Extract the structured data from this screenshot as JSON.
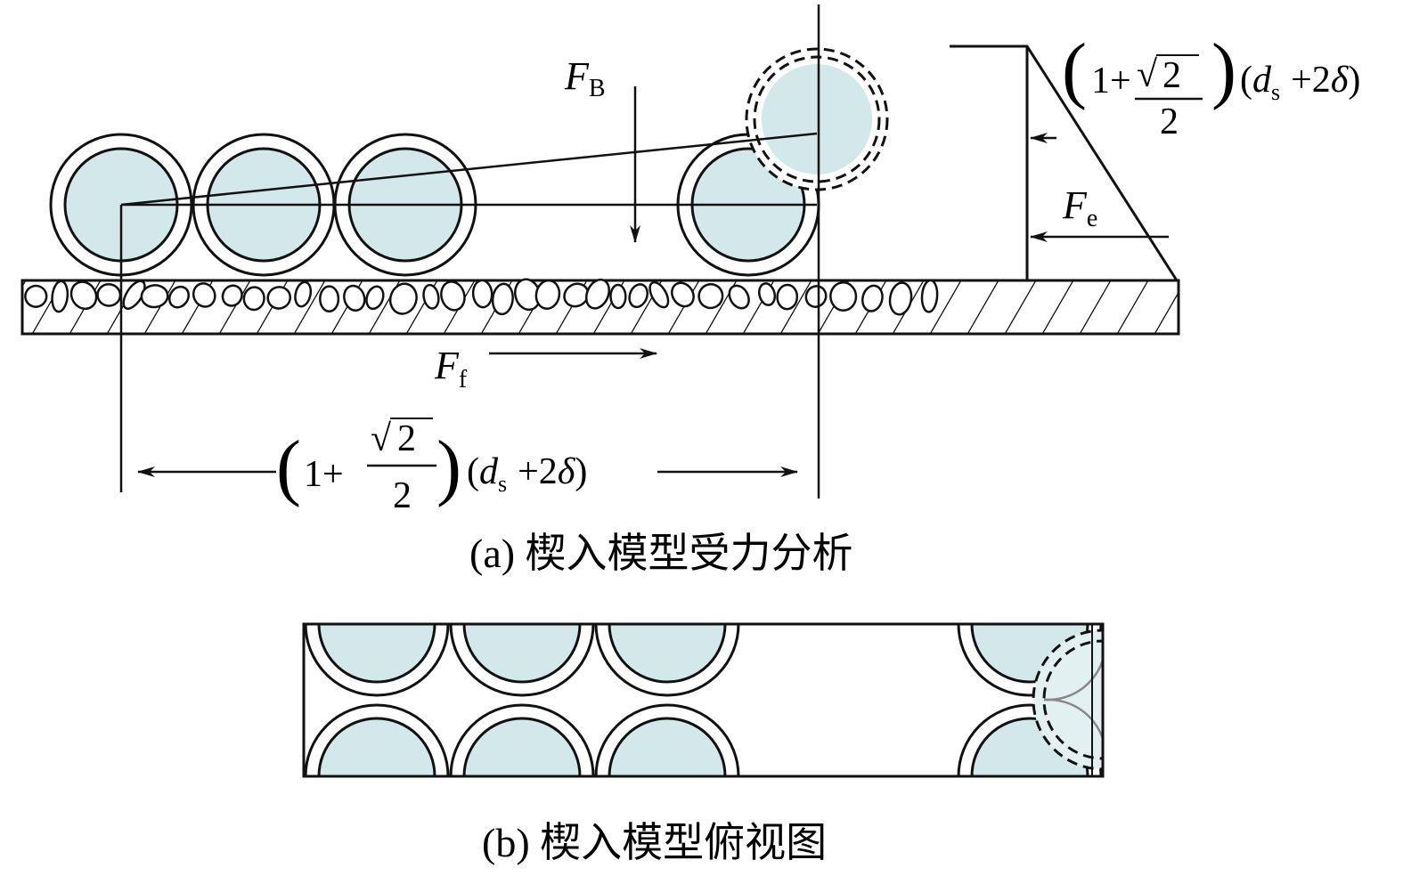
{
  "colors": {
    "stroke": "#111111",
    "fill": "#d2e8ea",
    "background": "#ffffff"
  },
  "forces": {
    "fb_main": "F",
    "fb_sub": "B",
    "fe_main": "F",
    "fe_sub": "e",
    "ff_main": "F",
    "ff_sub": "f"
  },
  "dimension": {
    "one_plus": "1+",
    "sqrt_sign": "√",
    "numerator": "2",
    "denominator": "2",
    "open_paren": "(",
    "close_paren": ")",
    "d_var": "d",
    "d_sub": "s",
    "plus_two": "+2",
    "delta": "δ"
  },
  "captions": {
    "a": "(a) 楔入模型受力分析",
    "b": "(b) 楔入模型俯视图"
  }
}
